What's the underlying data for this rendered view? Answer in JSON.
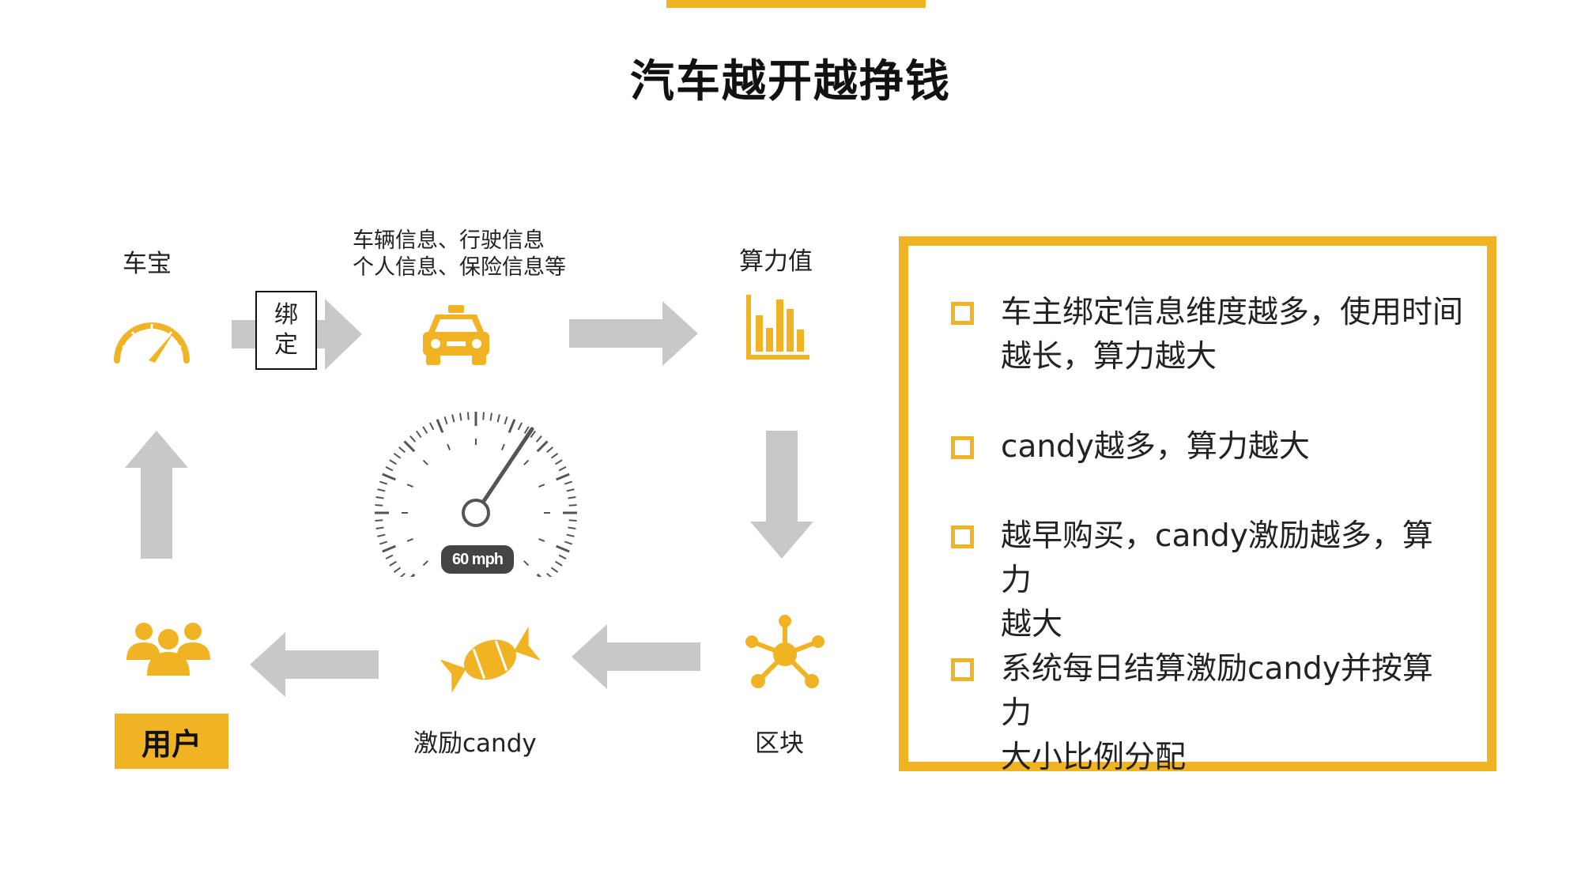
{
  "slide": {
    "title": "汽车越开越挣钱"
  },
  "diagram": {
    "nodes": {
      "car_treasure": {
        "label": "车宝",
        "icon": "speedometer-icon"
      },
      "bind": {
        "label_line1": "绑",
        "label_line2": "定"
      },
      "vehicle_info": {
        "label_line1": "车辆信息、行驶信息",
        "label_line2": "个人信息、保险信息等",
        "icon": "taxi-icon"
      },
      "compute_power": {
        "label": "算力值",
        "icon": "bar-chart-icon"
      },
      "block": {
        "label": "区块",
        "icon": "network-hub-icon"
      },
      "reward_candy": {
        "label": "激励candy",
        "icon": "candy-icon"
      },
      "user": {
        "label": "用户",
        "icon": "user-group-icon"
      }
    },
    "gauge": {
      "readout": "60 mph",
      "icon": "speedometer-gauge-icon"
    }
  },
  "info_panel": {
    "bullets": [
      {
        "line1": "车主绑定信息维度越多，使用时间",
        "line2": "越长，算力越大"
      },
      {
        "line1": "candy越多，算力越大",
        "line2": ""
      },
      {
        "line1": "越早购买，candy激励越多，算力",
        "line2": "越大"
      },
      {
        "line1": "系统每日结算激励candy并按算力",
        "line2": "大小比例分配"
      }
    ]
  },
  "colors": {
    "accent": "#F0B323",
    "arrow": "#C8C8C8",
    "gauge": "#555555",
    "text": "#222222"
  }
}
